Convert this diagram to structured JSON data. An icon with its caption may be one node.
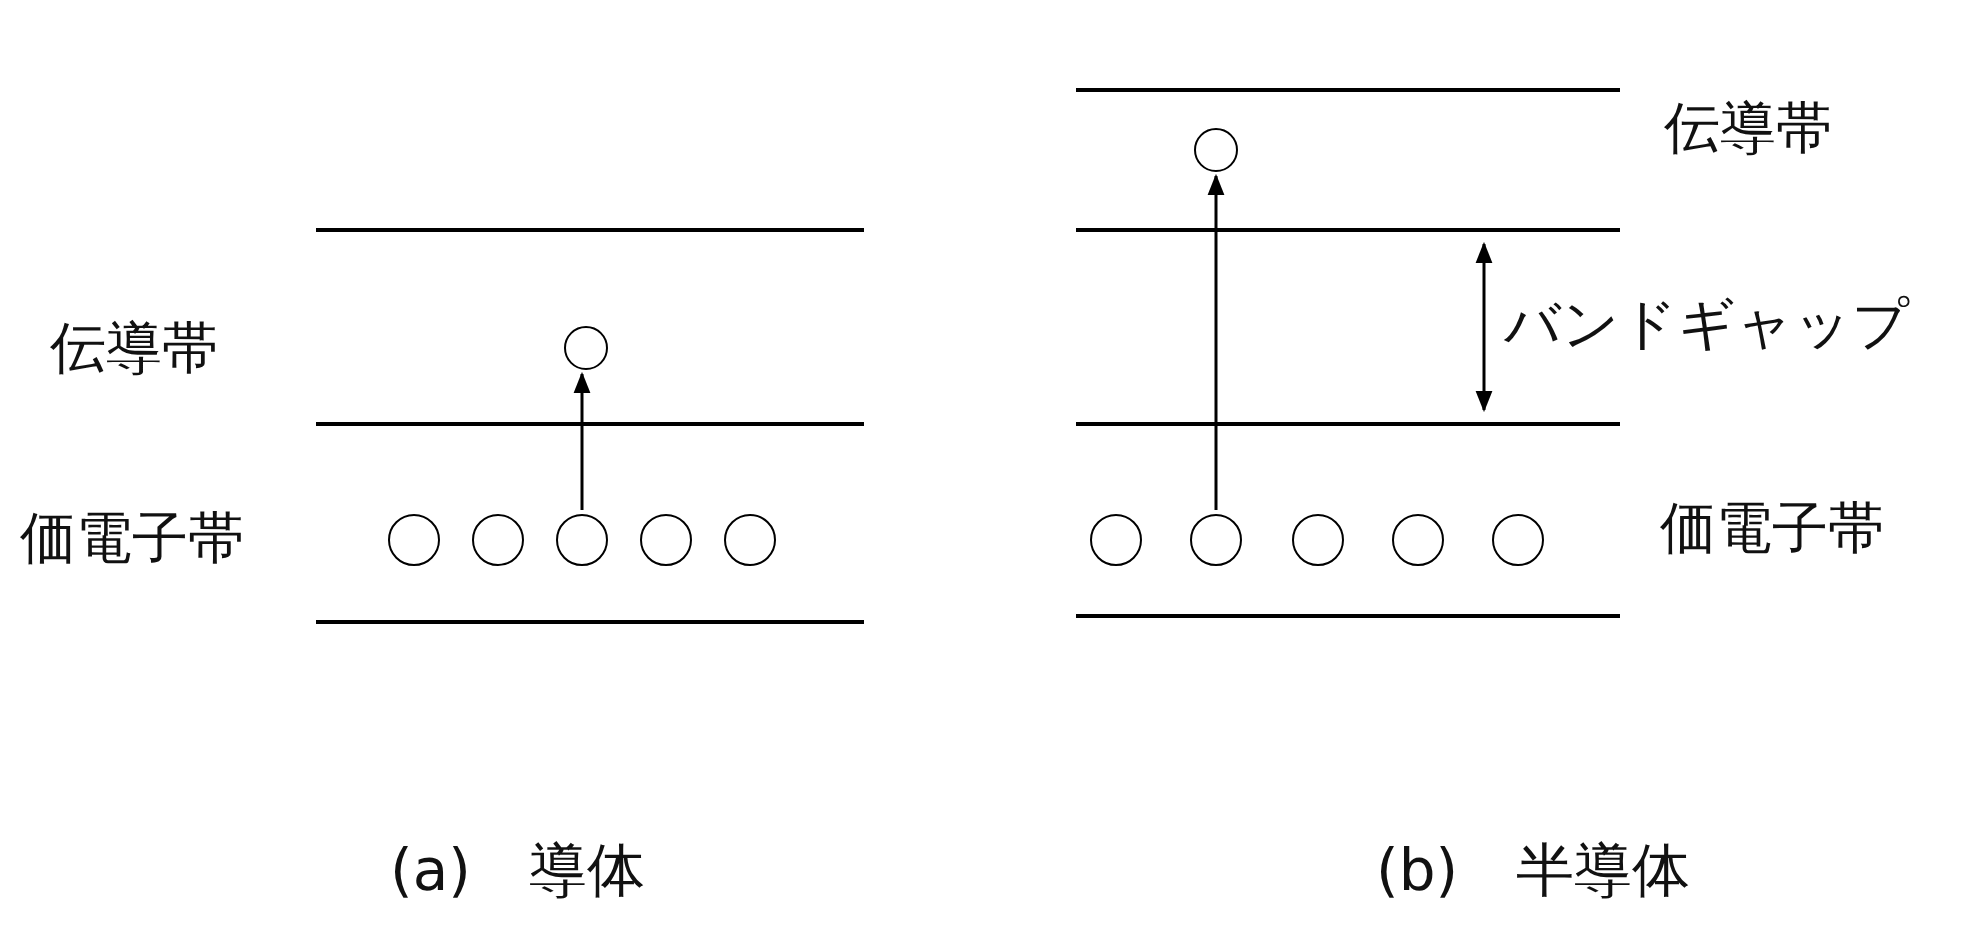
{
  "diagram": {
    "nodes": [
      {
        "text": [],
        "shape": "circle"
      },
      {
        "text": [],
        "shape": "circle"
      },
      {
        "text": [],
        "shape": "circle"
      },
      {
        "text": [],
        "shape": "circle"
      },
      {
        "text": [],
        "shape": "circle"
      },
      {
        "text": [],
        "shape": "circle"
      },
      {
        "text": [],
        "shape": "circle"
      },
      {
        "text": [],
        "shape": "circle"
      },
      {
        "text": [],
        "shape": "circle"
      },
      {
        "text": [],
        "shape": "circle"
      },
      {
        "text": [],
        "shape": "circle"
      },
      {
        "text": [],
        "shape": "circle"
      }
    ],
    "edges": [
      {
        "from": 3,
        "to": 0,
        "arrow": "to"
      },
      {
        "from": 8,
        "to": 6,
        "arrow": "to"
      }
    ],
    "labels": [
      "伝導帯",
      "バンドギャップ",
      "伝導帯",
      "価電子帯",
      "価電子帯",
      "(a)　導体",
      "(b)　半導体"
    ]
  }
}
